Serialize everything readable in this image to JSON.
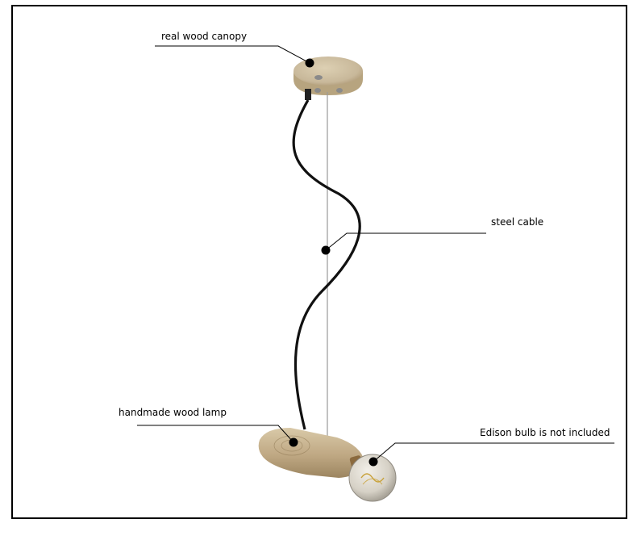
{
  "callouts": {
    "canopy": "real wood canopy",
    "cable": "steel cable",
    "lamp": "handmade wood lamp",
    "bulb": "Edison bulb is not included"
  },
  "colors": {
    "frame": "#000000",
    "leader_line": "#000000",
    "wood": "#c8b89a",
    "wood_dark": "#9c8560",
    "cord": "#111111",
    "steel_cable": "#9a9a9a",
    "bulb_glass": "#d9d4c9",
    "filament": "#c9a23a"
  }
}
